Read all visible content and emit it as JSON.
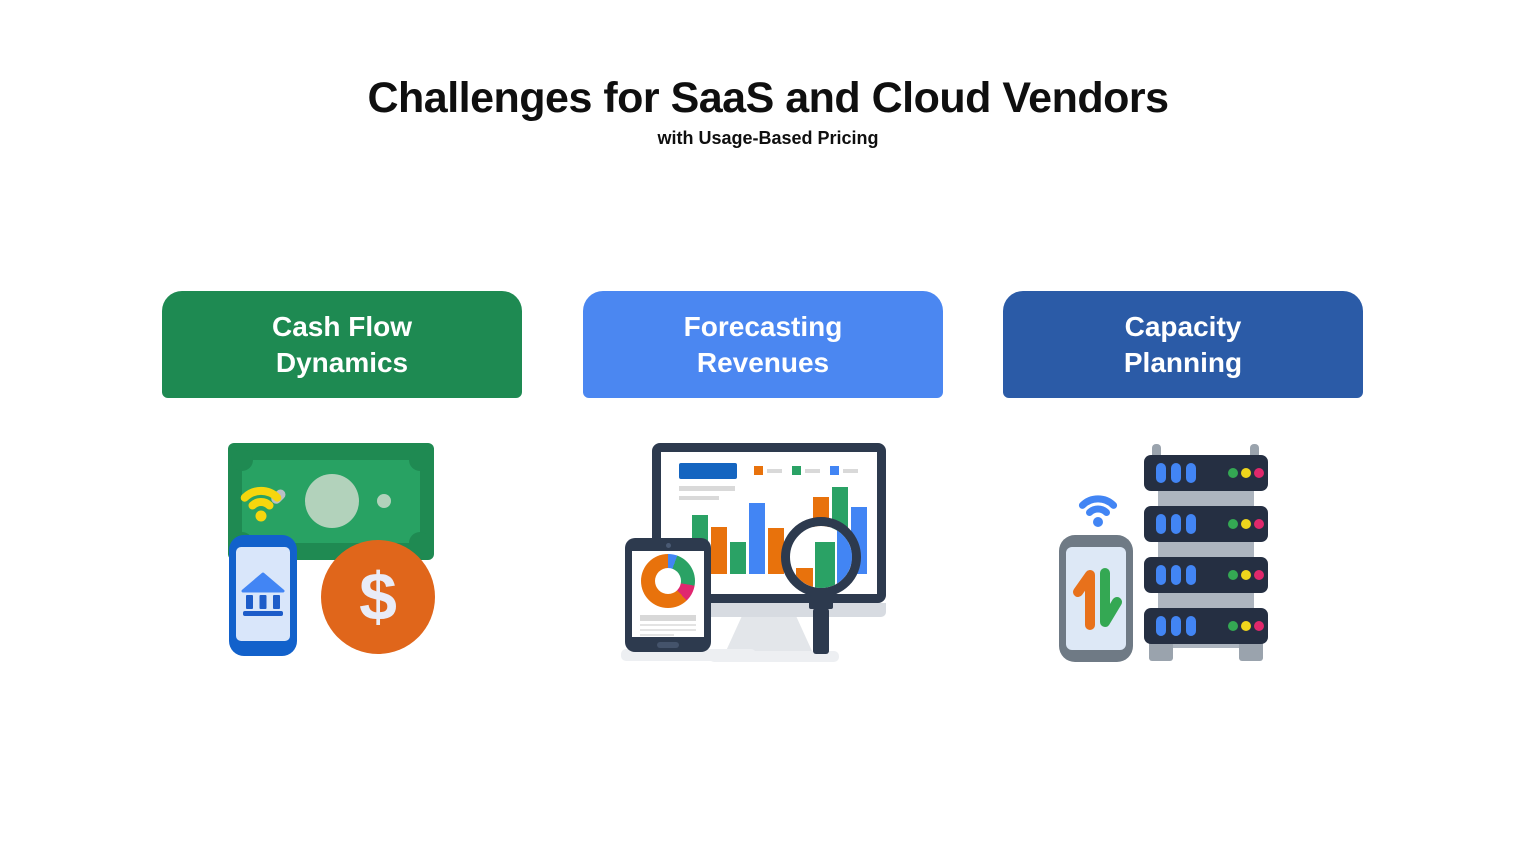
{
  "header": {
    "title": "Challenges for SaaS and Cloud Vendors",
    "subtitle": "with Usage-Based Pricing"
  },
  "cards": [
    {
      "id": "cash-flow-dynamics",
      "label": "Cash Flow\nDynamics",
      "color": "#1e8a52",
      "illustration": "money-transfer-illustration"
    },
    {
      "id": "forecasting-revenues",
      "label": "Forecasting\nRevenues",
      "color": "#4b87f1",
      "illustration": "analytics-dashboard-illustration"
    },
    {
      "id": "capacity-planning",
      "label": "Capacity\nPlanning",
      "color": "#2b5ba7",
      "illustration": "server-rack-illustration"
    }
  ],
  "illustrations": {
    "cash_flow": {
      "icons": [
        "banknote-icon",
        "wifi-contactless-icon",
        "mobile-banking-phone-icon",
        "dollar-coin-icon"
      ],
      "coin_symbol": "$"
    },
    "forecasting": {
      "icons": [
        "monitor-bar-chart-icon",
        "tablet-donut-chart-icon",
        "magnifying-glass-icon"
      ],
      "legend_colors": [
        "orange",
        "green",
        "blue"
      ],
      "monitor_bar_groups": [
        [
          {
            "color": "green",
            "h": 59
          },
          {
            "color": "orange",
            "h": 47
          },
          {
            "color": "green",
            "h": 32
          },
          {
            "color": "blue",
            "h": 71
          },
          {
            "color": "orange",
            "h": 46
          }
        ],
        [
          {
            "color": "orange",
            "h": 77
          },
          {
            "color": "green",
            "h": 87
          },
          {
            "color": "blue",
            "h": 67
          }
        ]
      ],
      "magnified_bars": [
        {
          "color": "orange",
          "h": 20
        },
        {
          "color": "green",
          "h": 46
        },
        {
          "color": "blue",
          "h": 58
        }
      ],
      "donut_slices": [
        {
          "color": "blue",
          "deg": 20
        },
        {
          "color": "green",
          "deg": 80
        },
        {
          "color": "pink",
          "deg": 36
        },
        {
          "color": "orange",
          "deg": 224
        }
      ]
    },
    "capacity": {
      "icons": [
        "wifi-icon",
        "mobile-data-transfer-icon",
        "server-rack-icon"
      ],
      "server_units": 4,
      "led_colors": [
        "led_green",
        "led_yellow",
        "led_pink"
      ]
    }
  },
  "palette": {
    "orange": "#e8720c",
    "green": "#2aa265",
    "blue": "#4285f4",
    "pink": "#e0276f",
    "navy": "#2d3a4e",
    "rack_navy": "#252f42",
    "coin_orange": "#e0661b",
    "banknote_dark": "#1f8a52",
    "banknote_light": "#28a263",
    "banknote_pale": "#b2d2bb",
    "wifi_yellow": "#f6d60d",
    "led_green": "#34a853",
    "led_yellow": "#efd51c",
    "led_pink": "#e0286b",
    "screen_blue": "#1565c0"
  }
}
